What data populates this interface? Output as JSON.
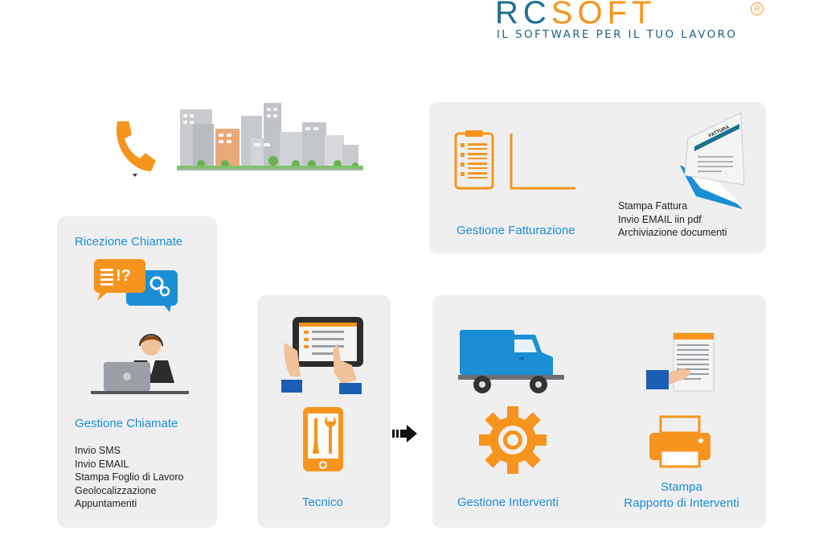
{
  "brand": {
    "logo_rc": "RC",
    "logo_soft": "SOFT",
    "registered": "R",
    "tagline": "IL SOFTWARE PER IL TUO LAVORO",
    "colors": {
      "teal": "#1f6f8f",
      "orange": "#f7941d",
      "blue": "#1a8fd6"
    }
  },
  "ricezione": {
    "title": "Ricezione Chiamate",
    "bubble_text": "!?",
    "gestione_title": "Gestione Chiamate",
    "items": [
      "Invio SMS",
      "Invio EMAIL",
      "Stampa Foglio di Lavoro",
      "Geolocalizzazione",
      "Appuntamenti"
    ]
  },
  "tecnico": {
    "title": "Tecnico"
  },
  "fatturazione": {
    "title": "Gestione Fatturazione",
    "document_label": "FATTURA",
    "items": [
      "Stampa Fattura",
      "Invio EMAIL iin pdf",
      "Archiviazione documenti"
    ]
  },
  "interventi": {
    "gestione_title": "Gestione Interventi",
    "stampa_line1": "Stampa",
    "stampa_line2": "Rapporto di Interventi"
  },
  "icons": [
    "phone-icon",
    "city-icon",
    "chat-bubbles-icon",
    "operator-icon",
    "tablet-icon",
    "tools-phone-icon",
    "arrow-right-icon",
    "clipboard-icon",
    "invoice-icon",
    "truck-icon",
    "gear-icon",
    "report-hand-icon",
    "printer-icon"
  ]
}
